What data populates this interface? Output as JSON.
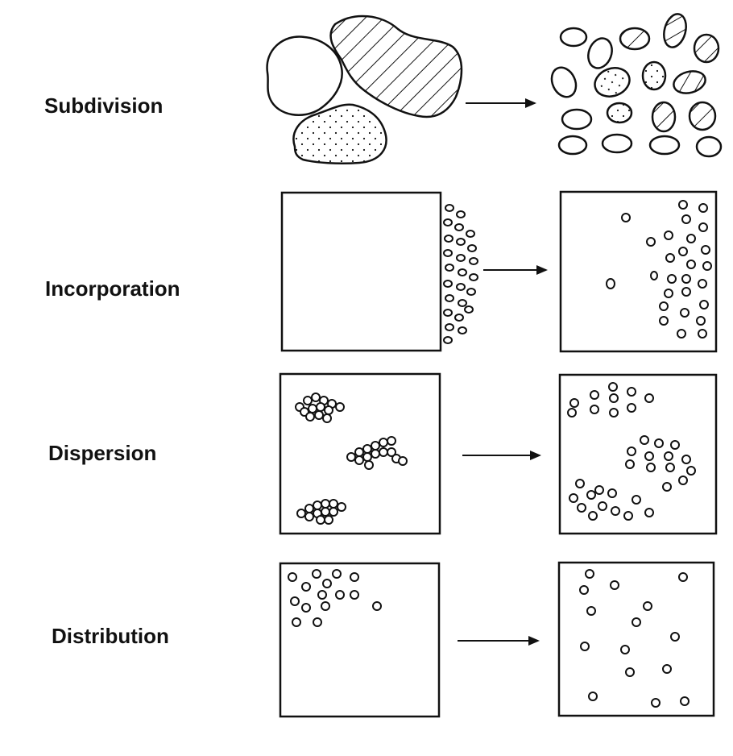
{
  "labels": {
    "subdivision": "Subdivision",
    "incorporation": "Incorporation",
    "dispersion": "Dispersion",
    "distribution": "Distribution"
  },
  "colors": {
    "ink": "#111111",
    "background": "#ffffff"
  }
}
